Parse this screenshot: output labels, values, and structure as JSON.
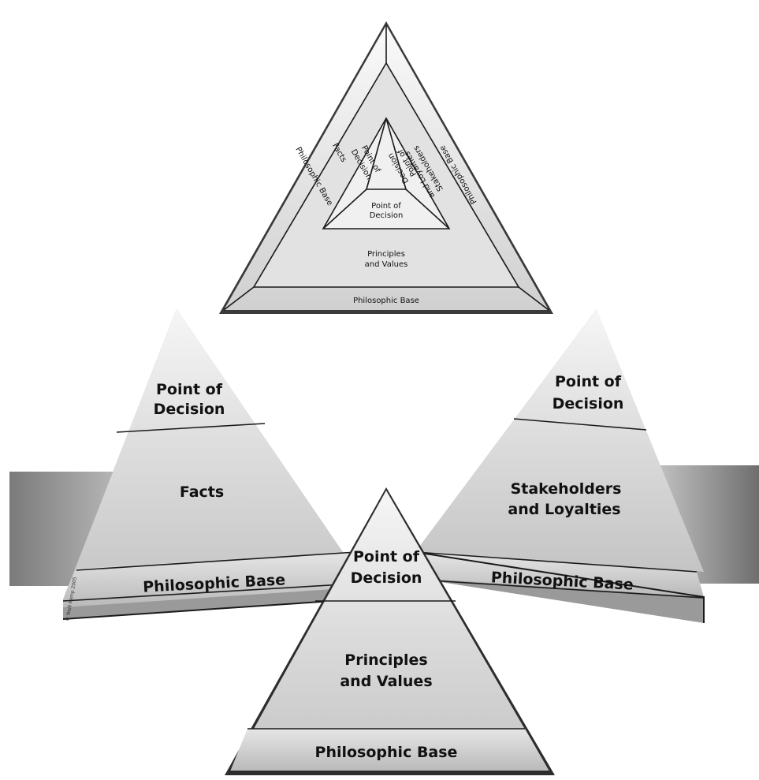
{
  "top_triangle": {
    "base_left": "Philosophic Base",
    "facts": "Facts",
    "pod_left_1": "Point of",
    "pod_left_2": "Decision",
    "base_right": "Philosophic Base",
    "stake_1": "Stakeholders",
    "stake_2": "and Loyalties",
    "pod_right_1": "Point of",
    "pod_right_2": "Decision",
    "center_1": "Point of",
    "center_2": "Decision",
    "principles_1": "Principles",
    "principles_2": "and Values",
    "base_bottom": "Philosophic Base"
  },
  "left_pyramid": {
    "top_1": "Point of",
    "top_2": "Decision",
    "middle": "Facts",
    "base": "Philosophic Base"
  },
  "right_pyramid": {
    "top_1": "Point of",
    "top_2": "Decision",
    "middle_1": "Stakeholders",
    "middle_2": "and Loyalties",
    "base": "Philosophic Base"
  },
  "center_pyramid": {
    "top_1": "Point of",
    "top_2": "Decision",
    "middle_1": "Principles",
    "middle_2": "and Values",
    "base": "Philosophic Base"
  },
  "copyright": "© Neill Kemp 2005"
}
